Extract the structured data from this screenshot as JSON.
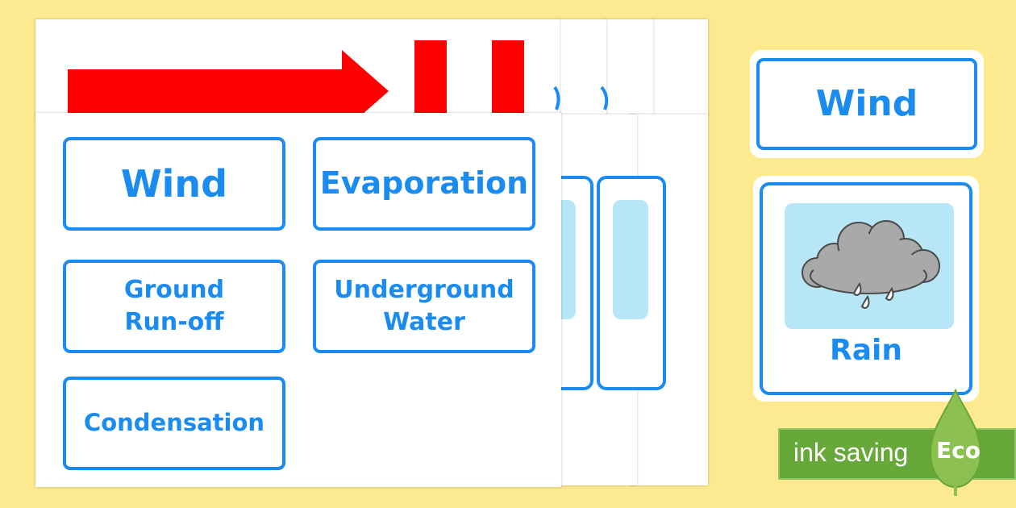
{
  "cards": {
    "wind": "Wind",
    "evaporation": "Evaporation",
    "ground_runoff": [
      "Ground",
      "Run-off"
    ],
    "underground_water": [
      "Underground",
      "Water"
    ],
    "condensation": "Condensation"
  },
  "preview": {
    "wind_card": "Wind",
    "rain_card": "Rain"
  },
  "badge": {
    "text": "ink saving",
    "label": "Eco"
  },
  "icons": [
    "red-arrow-icon",
    "rain-cloud-icon",
    "eco-leaf-icon"
  ],
  "colors": {
    "background": "#fde98f",
    "card_border": "#1a8cf0",
    "card_text": "#1a8cf0",
    "arrow": "#ff0000",
    "eco_green": "#67a83b"
  }
}
